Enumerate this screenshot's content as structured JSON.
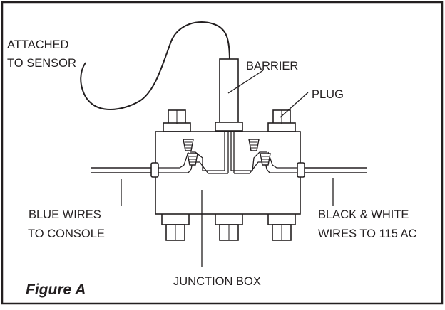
{
  "figure": {
    "caption": "Figure A",
    "labels": {
      "attached_line1": "ATTACHED",
      "attached_line2": "TO SENSOR",
      "barrier": "BARRIER",
      "plug": "PLUG",
      "blue_line1": "BLUE WIRES",
      "blue_line2": "TO CONSOLE",
      "black_line1": "BLACK & WHITE",
      "black_line2": "WIRES TO 115 AC",
      "junction_box": "JUNCTION BOX"
    }
  }
}
